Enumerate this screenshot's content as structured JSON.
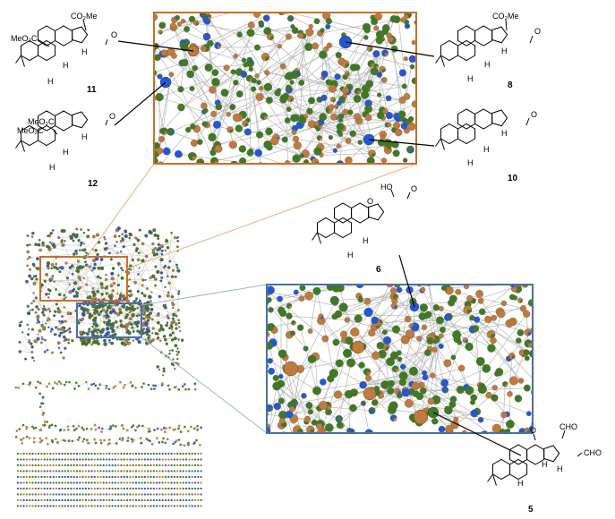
{
  "figure": {
    "compounds": [
      {
        "id": "11",
        "label": "11",
        "substituents": [
          "CO₂Me",
          "MeO₂C",
          "O",
          "H",
          "H",
          "H"
        ]
      },
      {
        "id": "12",
        "label": "12",
        "substituents": [
          "MeO₂C",
          "MeO₂C",
          "O",
          "H",
          "H",
          "H"
        ]
      },
      {
        "id": "8",
        "label": "8",
        "substituents": [
          "CO₂Me",
          "O",
          "H",
          "H",
          "H"
        ]
      },
      {
        "id": "10",
        "label": "10",
        "substituents": [
          "O",
          "H",
          "H",
          "H"
        ]
      },
      {
        "id": "6",
        "label": "6",
        "substituents": [
          "HO",
          "O",
          "O",
          "H",
          "H"
        ]
      },
      {
        "id": "5",
        "label": "5",
        "substituents": [
          "O",
          "CHO",
          "CHO",
          "H",
          "H",
          "H"
        ]
      }
    ],
    "node_colors": {
      "green": "#3f7a23",
      "orange": "#c07a3c",
      "blue": "#2457d6",
      "edge": "#b8b8b8",
      "zoom_top_border": "#c8702a",
      "zoom_bottom_border": "#4a6fa8"
    }
  }
}
